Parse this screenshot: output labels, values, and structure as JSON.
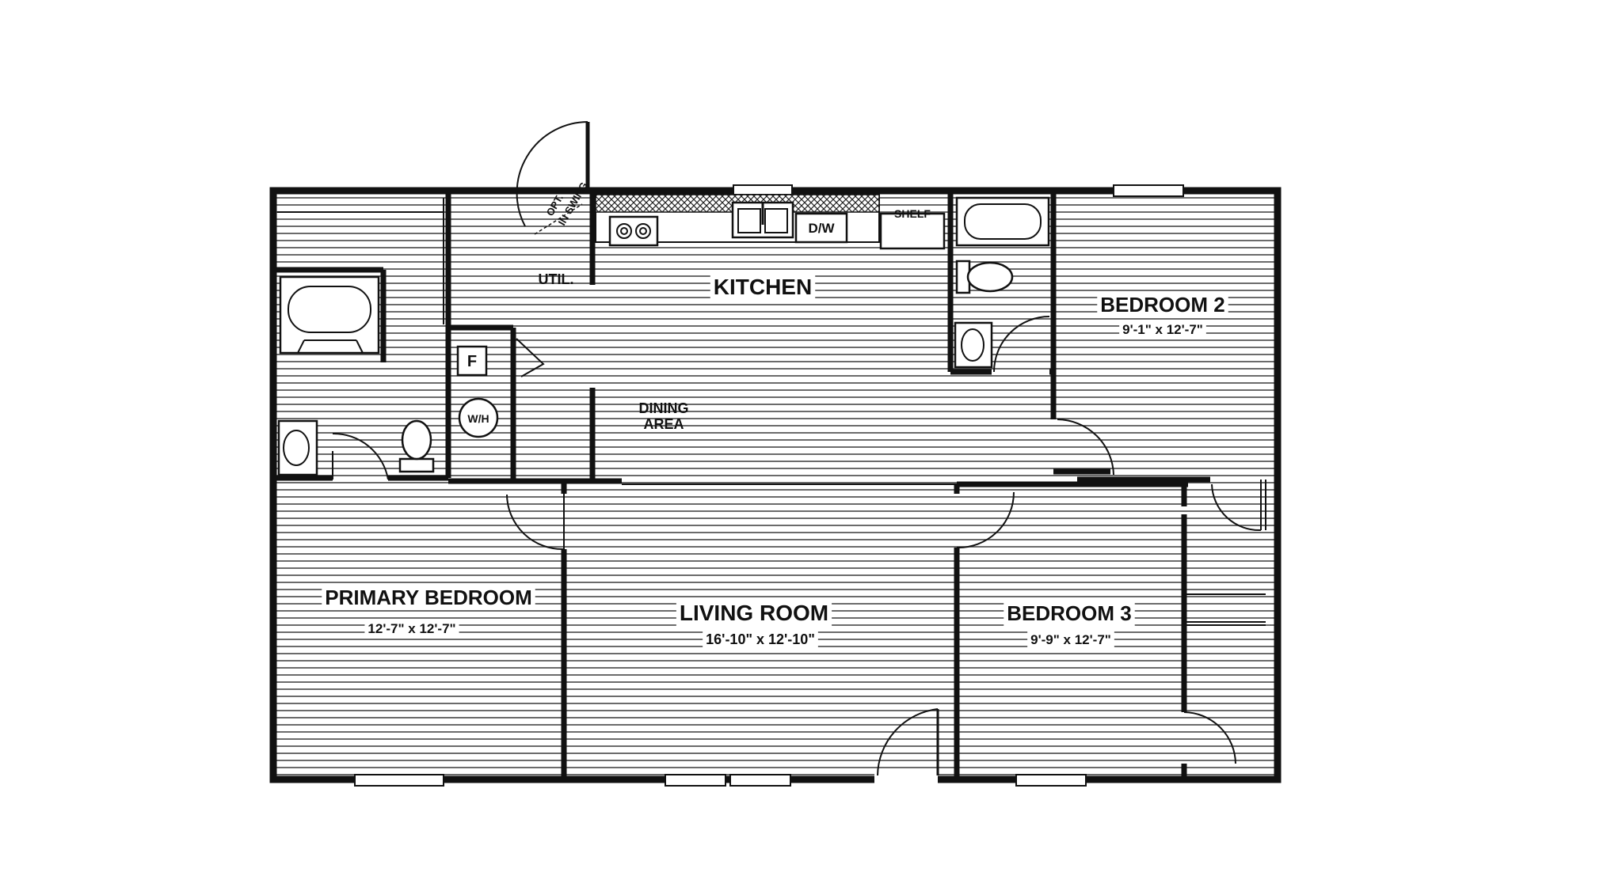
{
  "rooms": {
    "kitchen": {
      "name": "KITCHEN"
    },
    "bedroom2": {
      "name": "BEDROOM 2",
      "dims": "9'-1\" x 12'-7\""
    },
    "dining": {
      "line1": "DINING",
      "line2": "AREA"
    },
    "util": {
      "name": "UTIL."
    },
    "primary": {
      "name": "PRIMARY BEDROOM",
      "dims": "12'-7\" x 12'-7\""
    },
    "living": {
      "name": "LIVING ROOM",
      "dims": "16'-10\" x 12'-10\""
    },
    "bedroom3": {
      "name": "BEDROOM 3",
      "dims": "9'-9\" x 12'-7\""
    }
  },
  "fixtures": {
    "dishwasher": "D/W",
    "shelf": "SHELF",
    "furnace": "F",
    "water_heater": "W/H",
    "door_note_line1": "OPT.",
    "door_note_line2": "IN SWING"
  },
  "colors": {
    "ink": "#111111",
    "paper": "#ffffff"
  }
}
